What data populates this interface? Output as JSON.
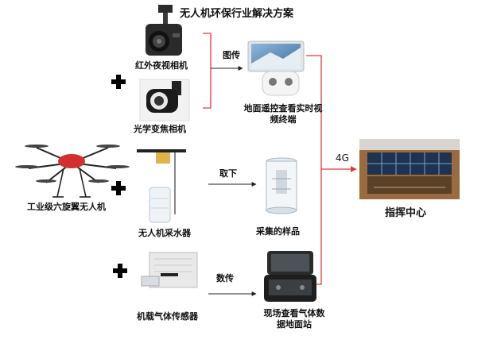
{
  "title": "无人机环保行业解决方案",
  "devices": {
    "drone": "工业级六旋翼无人机",
    "ir_camera": "红外夜视相机",
    "zoom_camera": "光学变焦相机",
    "water_sampler": "无人机采水器",
    "gas_sensor": "机载气体传感器"
  },
  "outputs": {
    "ground_remote": "地面遥控查看实时视频终端",
    "collected_sample": "采集的样品",
    "ground_station": "现场查看气体数据地面站",
    "command_center": "指挥中心"
  },
  "links": {
    "image_transmission": "图传",
    "remove": "取下",
    "data_transmission": "数传",
    "network": "4G"
  },
  "colors": {
    "bracket": "#e53935",
    "arrow": "#222222"
  }
}
